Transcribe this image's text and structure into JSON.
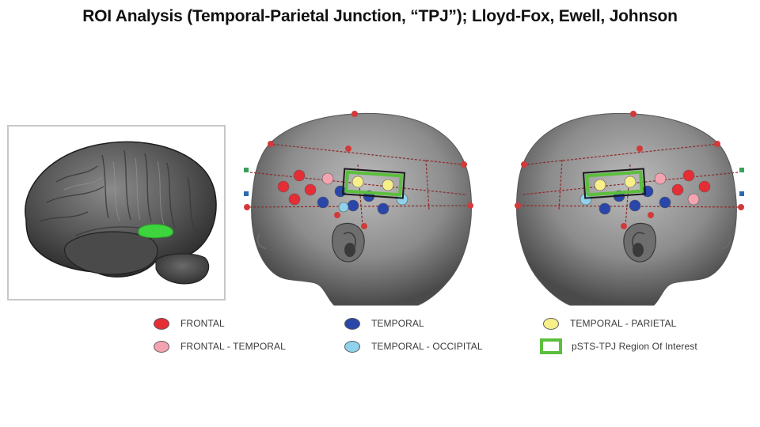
{
  "title": "ROI Analysis (Temporal-Parietal Junction, “TPJ”); Lloyd-Fox, Ewell, Johnson",
  "colors": {
    "frontal": "#e52d35",
    "frontal_temporal": "#f4a3b1",
    "temporal": "#2a46a8",
    "temporal_occipital": "#8fd2ec",
    "temporal_parietal": "#f7ef88",
    "roi": "#5bbf3d",
    "activation": "#3dd43d"
  },
  "legend": [
    {
      "key": "frontal",
      "label": "FRONTAL",
      "color": "#e52d35",
      "shape": "dot"
    },
    {
      "key": "frontal_temporal",
      "label": "FRONTAL - TEMPORAL",
      "color": "#f4a3b1",
      "shape": "dot"
    },
    {
      "key": "temporal",
      "label": "TEMPORAL",
      "color": "#2a46a8",
      "shape": "dot"
    },
    {
      "key": "temporal_occipital",
      "label": "TEMPORAL - OCCIPITAL",
      "color": "#8fd2ec",
      "shape": "dot"
    },
    {
      "key": "temporal_parietal",
      "label": "TEMPORAL - PARIETAL",
      "color": "#f7ef88",
      "shape": "dot"
    },
    {
      "key": "roi",
      "label": "pSTS-TPJ Region Of Interest",
      "color": "#5bbf3d",
      "shape": "box"
    }
  ]
}
